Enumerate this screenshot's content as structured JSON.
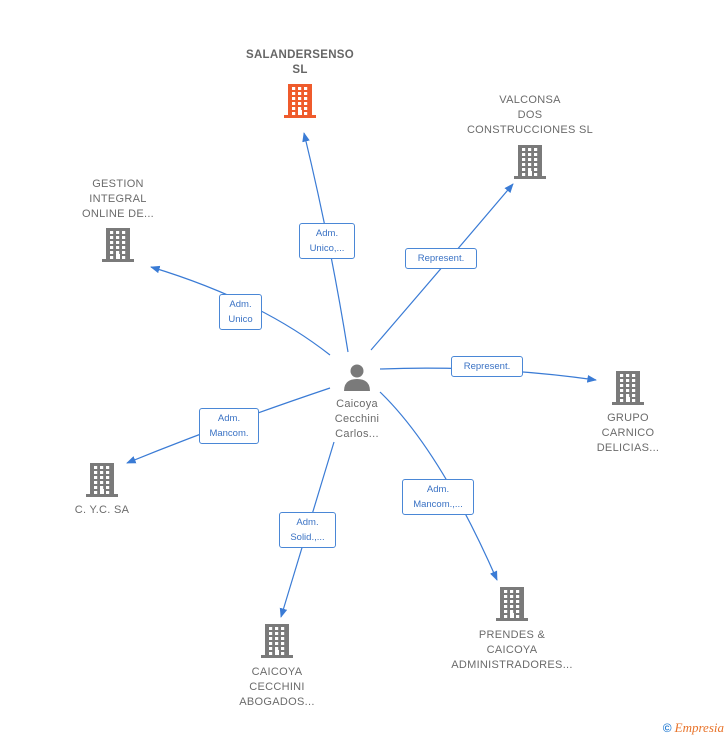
{
  "center": {
    "lines": [
      "Caicoya",
      "Cecchini",
      "Carlos..."
    ]
  },
  "nodes": [
    {
      "id": "salandersenso",
      "lines": [
        "SALANDERSENSO",
        "SL"
      ],
      "highlight": true
    },
    {
      "id": "valconsa",
      "lines": [
        "VALCONSA",
        "DOS",
        "CONSTRUCCIONES SL"
      ]
    },
    {
      "id": "gestion",
      "lines": [
        "GESTION",
        "INTEGRAL",
        "ONLINE DE..."
      ]
    },
    {
      "id": "grupo-carnico",
      "lines": [
        "GRUPO",
        "CARNICO",
        "DELICIAS..."
      ]
    },
    {
      "id": "cyc",
      "lines": [
        "C. Y.C. SA"
      ]
    },
    {
      "id": "prendes",
      "lines": [
        "PRENDES &",
        "CAICOYA",
        "ADMINISTRADORES..."
      ]
    },
    {
      "id": "caicoya-abogados",
      "lines": [
        "CAICOYA",
        "CECCHINI",
        "ABOGADOS..."
      ]
    }
  ],
  "edges": [
    {
      "to": "salandersenso",
      "lines": [
        "Adm.",
        "Unico,..."
      ]
    },
    {
      "to": "valconsa",
      "lines": [
        "Represent."
      ]
    },
    {
      "to": "gestion",
      "lines": [
        "Adm.",
        "Unico"
      ]
    },
    {
      "to": "grupo-carnico",
      "lines": [
        "Represent."
      ]
    },
    {
      "to": "cyc",
      "lines": [
        "Adm.",
        "Mancom."
      ]
    },
    {
      "to": "prendes",
      "lines": [
        "Adm.",
        "Mancom.,..."
      ]
    },
    {
      "to": "caicoya-abogados",
      "lines": [
        "Adm.",
        "Solid.,..."
      ]
    }
  ],
  "footer": {
    "copyright": "©",
    "brand": "Empresia"
  },
  "colors": {
    "edge": "#3a7bd5",
    "building": "#7a7a7a",
    "building_highlight": "#ef5b2c",
    "person": "#7a7a7a"
  }
}
